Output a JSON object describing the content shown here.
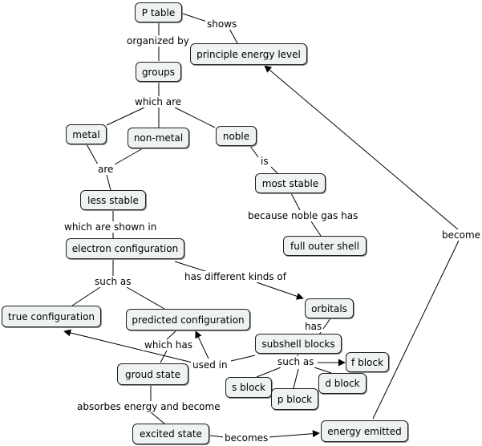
{
  "nodes": {
    "p_table": "P table",
    "principle_energy_level": "principle energy level",
    "groups": "groups",
    "metal": "metal",
    "non_metal": "non-metal",
    "noble": "noble",
    "most_stable": "most stable",
    "full_outer_shell": "full outer shell",
    "less_stable": "less stable",
    "electron_configuration": "electron configuration",
    "true_configuration": "true configuration",
    "predicted_configuration": "predicted configuration",
    "orbitals": "orbitals",
    "subshell_blocks": "subshell blocks",
    "f_block": "f block",
    "d_block": "d block",
    "s_block": "s block",
    "p_block": "p block",
    "groud_state": "groud state",
    "excited_state": "excited state",
    "energy_emitted": "energy emitted"
  },
  "links": {
    "shows": "shows",
    "organized_by": "organized by",
    "which_are": "which are",
    "are": "are",
    "is": "is",
    "because_noble_gas_has": "because noble gas has",
    "which_are_shown_in": "which are shown in",
    "such_as_1": "such as",
    "has_different_kinds_of": "has different kinds of",
    "has": "has",
    "which_has": "which has",
    "used_in": "used in",
    "such_as_2": "such as",
    "absorbes_energy_and_become": "absorbes energy and become",
    "becomes": "becomes",
    "become": "become"
  }
}
